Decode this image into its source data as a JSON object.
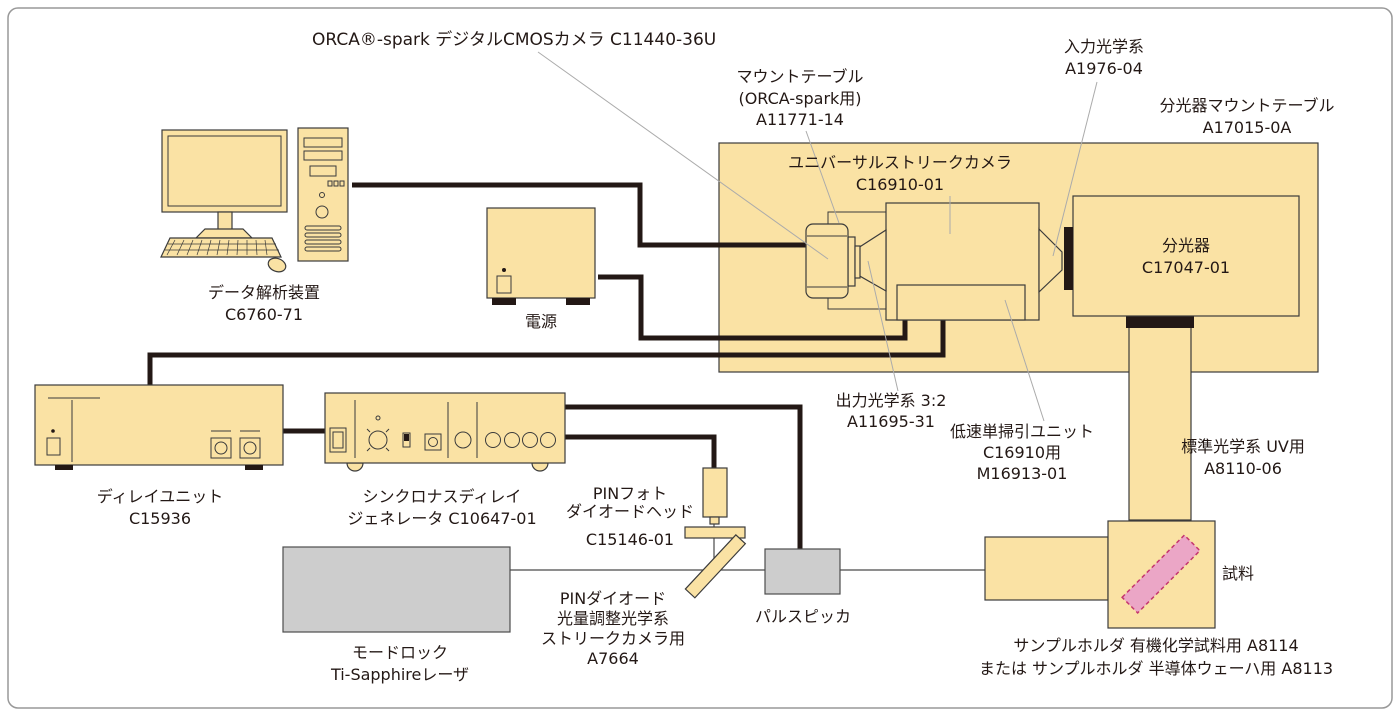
{
  "diagram": {
    "description": "Streak camera system configuration diagram",
    "labels": {
      "orca_camera": "ORCA®-spark デジタルCMOSカメラ  C11440-36U",
      "mount_table": [
        "マウントテーブル",
        "(ORCA-spark用)",
        "A11771-14"
      ],
      "input_optics": [
        "入力光学系",
        "A1976-04"
      ],
      "spectrometer_mount_table": [
        "分光器マウントテーブル",
        "A17015-0A"
      ],
      "universal_streak_camera": [
        "ユニバーサルストリークカメラ",
        "C16910-01"
      ],
      "spectrometer": [
        "分光器",
        "C17047-01"
      ],
      "data_analysis": [
        "データ解析装置",
        "C6760-71"
      ],
      "power_supply": "電源",
      "output_optics": [
        "出力光学系 3:2",
        "A11695-31"
      ],
      "slow_single_sweep_unit": [
        "低速単掃引ユニット",
        "C16910用",
        "M16913-01"
      ],
      "standard_optics": [
        "標準光学系 UV用",
        "A8110-06"
      ],
      "delay_unit": [
        "ディレイユニット",
        "C15936"
      ],
      "sync_delay_generator": [
        "シンクロナスディレイ",
        "ジェネレータ C10647-01"
      ],
      "pin_photodiode_head": [
        "PINフォト",
        "ダイオードヘッド",
        "C15146-01"
      ],
      "pin_diode_optics": [
        "PINダイオード",
        "光量調整光学系",
        "ストリークカメラ用",
        "A7664"
      ],
      "pulse_picker": "パルスピッカ",
      "laser": [
        "モードロック",
        "Ti-Sapphireレーザ"
      ],
      "sample": "試料",
      "sample_holder": [
        "サンプルホルダ 有機化学試料用  A8114",
        "または サンプルホルダ 半導体ウェーハ用  A8113"
      ]
    },
    "colors": {
      "component_fill": "#FAE2A4",
      "outline": "#3B3B3B",
      "cable": "#231815",
      "gray_fill": "#CDCDCD",
      "sample_fill": "#EBA6C6",
      "sample_border": "#C4366E",
      "text": "#231815",
      "pointer_line": "#ABABAB",
      "frame_border": "#999999"
    }
  }
}
